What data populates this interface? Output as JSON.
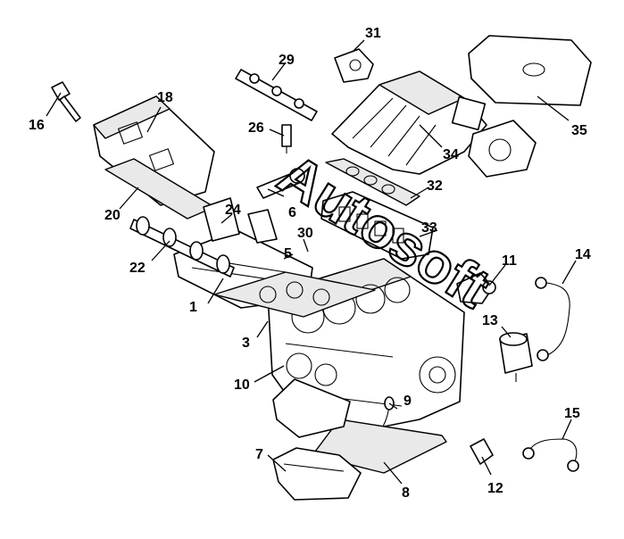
{
  "diagram": {
    "watermark": "Autosoft",
    "callouts": [
      {
        "id": "1",
        "label": "1"
      },
      {
        "id": "3",
        "label": "3"
      },
      {
        "id": "5",
        "label": "5"
      },
      {
        "id": "6",
        "label": "6"
      },
      {
        "id": "7",
        "label": "7"
      },
      {
        "id": "8",
        "label": "8"
      },
      {
        "id": "9",
        "label": "9"
      },
      {
        "id": "10",
        "label": "10"
      },
      {
        "id": "11",
        "label": "11"
      },
      {
        "id": "12",
        "label": "12"
      },
      {
        "id": "13",
        "label": "13"
      },
      {
        "id": "14",
        "label": "14"
      },
      {
        "id": "15",
        "label": "15"
      },
      {
        "id": "16",
        "label": "16"
      },
      {
        "id": "18",
        "label": "18"
      },
      {
        "id": "20",
        "label": "20"
      },
      {
        "id": "22",
        "label": "22"
      },
      {
        "id": "24",
        "label": "24"
      },
      {
        "id": "26",
        "label": "26"
      },
      {
        "id": "29",
        "label": "29"
      },
      {
        "id": "30",
        "label": "30"
      },
      {
        "id": "31",
        "label": "31"
      },
      {
        "id": "32",
        "label": "32"
      },
      {
        "id": "33",
        "label": "33"
      },
      {
        "id": "34",
        "label": "34"
      },
      {
        "id": "35",
        "label": "35"
      }
    ]
  }
}
